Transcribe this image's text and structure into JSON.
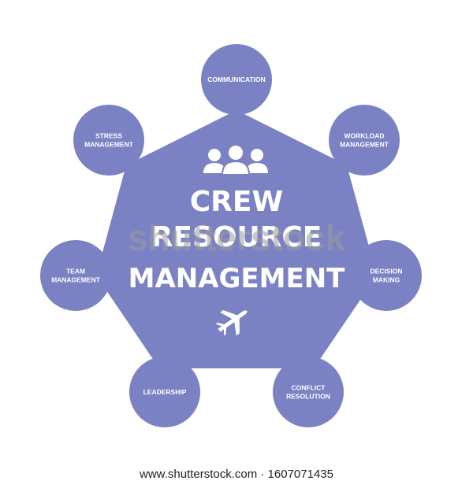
{
  "colors": {
    "primary": "#7b82c4",
    "text": "#ffffff",
    "background": "#ffffff"
  },
  "title": [
    "CREW",
    "RESOURCE",
    "MANAGEMENT"
  ],
  "icons": {
    "top": "crew-people-icon",
    "bottom": "airplane-icon"
  },
  "nodes": [
    {
      "id": "communication",
      "lines": [
        "COMMUNICATION"
      ]
    },
    {
      "id": "workload-management",
      "lines": [
        "WORKLOAD",
        "MANAGEMENT"
      ]
    },
    {
      "id": "decision-making",
      "lines": [
        "DECISION",
        "MAKING"
      ]
    },
    {
      "id": "conflict-resolution",
      "lines": [
        "CONFLICT",
        "RESOLUTION"
      ]
    },
    {
      "id": "leadership",
      "lines": [
        "LEADERSHIP"
      ]
    },
    {
      "id": "team-management",
      "lines": [
        "TEAM",
        "MANAGEMENT"
      ]
    },
    {
      "id": "stress-management",
      "lines": [
        "STRESS",
        "MANAGEMENT"
      ]
    }
  ],
  "watermark": "shutterstock",
  "footer": "www.shutterstock.com · 1607071435"
}
